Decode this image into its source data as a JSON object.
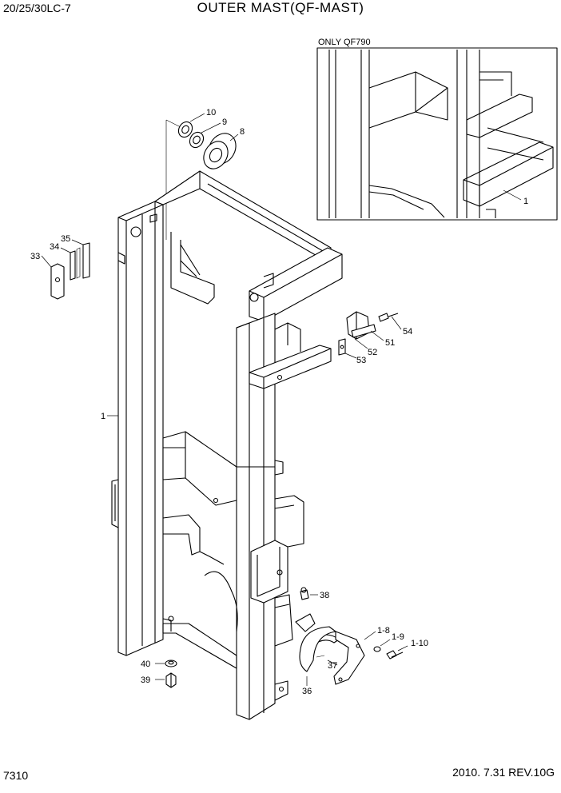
{
  "header": {
    "model": "20/25/30LC-7",
    "title": "OUTER MAST(QF-MAST)"
  },
  "inset": {
    "caption": "ONLY QF790",
    "callout": "1"
  },
  "callouts": {
    "c10": "10",
    "c9": "9",
    "c8": "8",
    "c35": "35",
    "c34": "34",
    "c33": "33",
    "c1": "1",
    "c54": "54",
    "c51": "51",
    "c52": "52",
    "c53": "53",
    "c38": "38",
    "c1_8": "1-8",
    "c1_9": "1-9",
    "c1_10": "1-10",
    "c37": "37",
    "c36": "36",
    "c40": "40",
    "c39": "39"
  },
  "footer": {
    "page_number": "7310",
    "revision": "2010. 7.31  REV.10G"
  }
}
